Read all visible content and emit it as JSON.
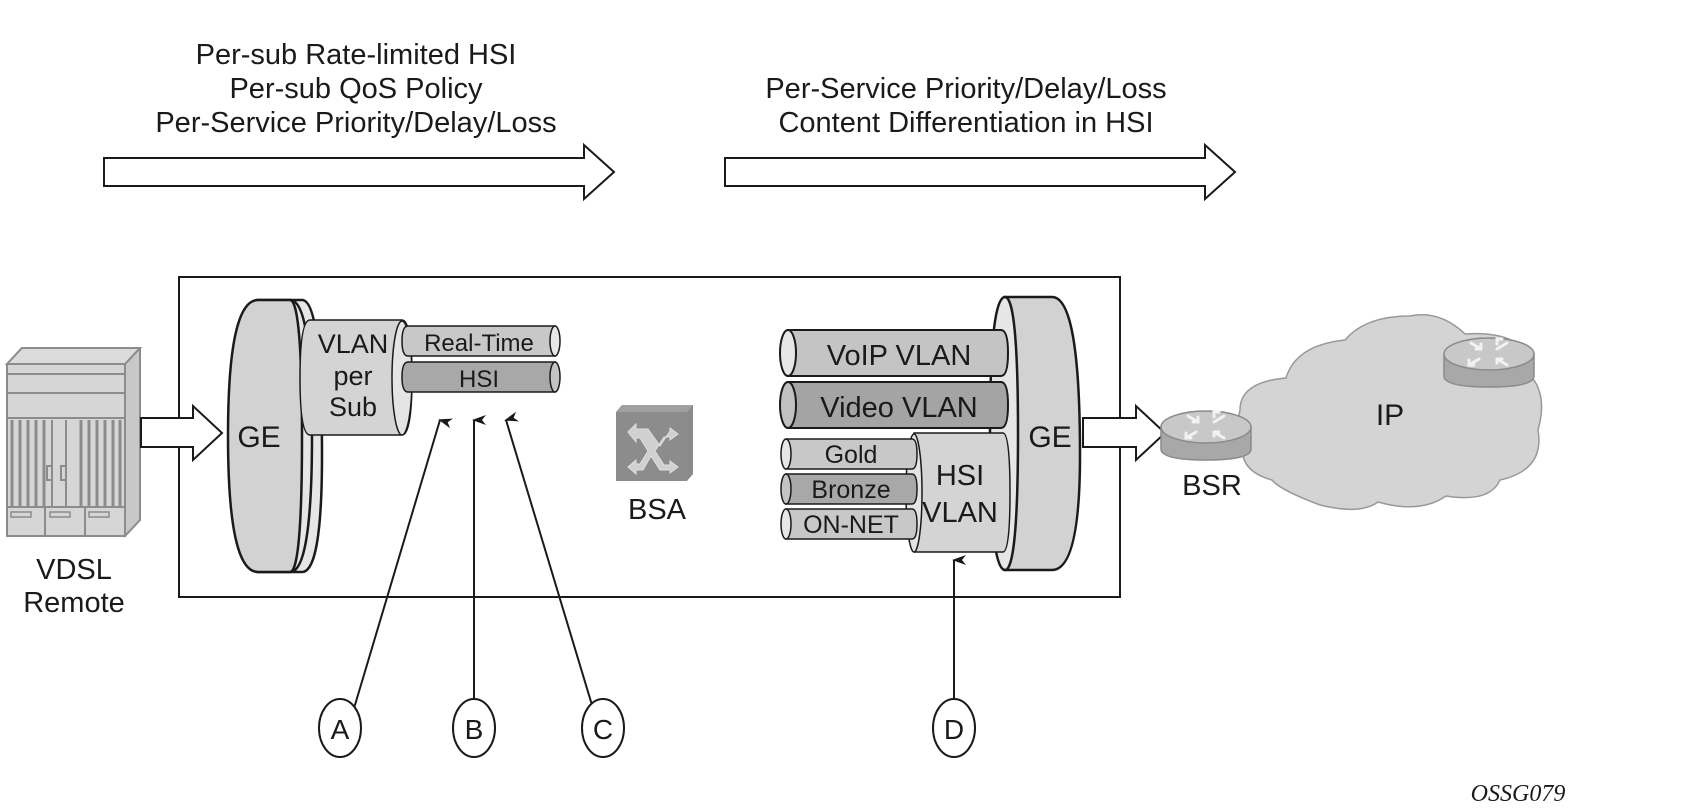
{
  "left_banner": {
    "lines": [
      "Per-sub Rate-limited HSI",
      "Per-sub QoS Policy",
      "Per-Service Priority/Delay/Loss"
    ]
  },
  "right_banner": {
    "lines": [
      "Per-Service Priority/Delay/Loss",
      "Content Differentiation in HSI"
    ]
  },
  "vdsl": {
    "label_line1": "VDSL",
    "label_line2": "Remote"
  },
  "bsa": {
    "label": "BSA",
    "ingress": {
      "port_label": "GE",
      "vlan_lines": [
        "VLAN",
        "per",
        "Sub"
      ],
      "queues": [
        "Real-Time",
        "HSI"
      ]
    },
    "egress": {
      "port_label": "GE",
      "vlans": [
        "VoIP VLAN",
        "Video VLAN"
      ],
      "hsi_vlan_lines": [
        "HSI",
        "VLAN"
      ],
      "hsi_queues": [
        "Gold",
        "Bronze",
        "ON-NET"
      ]
    }
  },
  "bsr": {
    "label": "BSR"
  },
  "cloud": {
    "label": "IP"
  },
  "callouts": [
    "A",
    "B",
    "C",
    "D"
  ],
  "figure_id": "OSSG079",
  "colors": {
    "outline": "#1a1a1a",
    "light_gray": "#d2d2d2",
    "mid_gray": "#b4b4b4",
    "dark_gray": "#9a9a9a",
    "face_light": "#e6e6e6",
    "cloud": "#d4d4d4"
  }
}
